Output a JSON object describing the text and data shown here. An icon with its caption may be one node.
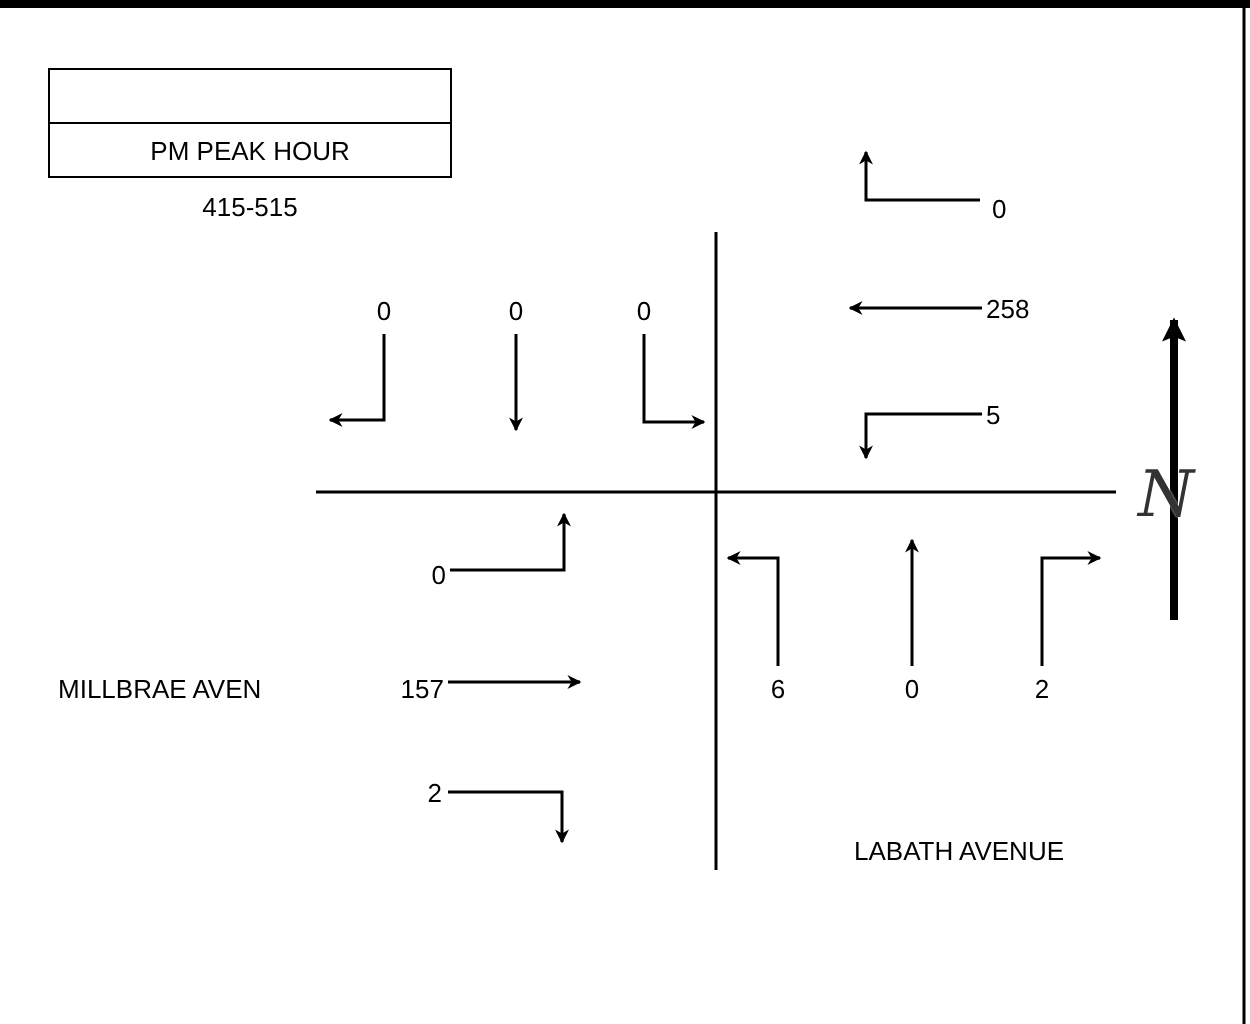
{
  "diagram": {
    "nodes": [
      {
        "text": [
          "PM PEAK HOUR"
        ],
        "beside": [
          "415-515"
        ]
      }
    ],
    "labels": [
      "0",
      "0",
      "0",
      "0",
      "258",
      "5",
      "N",
      "0",
      "MILLBRAE AVEN",
      "157",
      "6",
      "0",
      "2",
      "2",
      "LABATH AVENUE"
    ]
  }
}
